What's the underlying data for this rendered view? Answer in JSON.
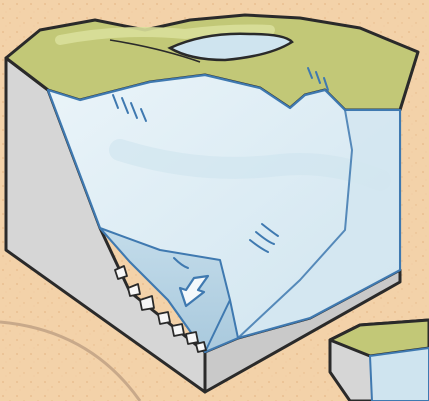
{
  "figure": {
    "subject": "glacier-block-diagram",
    "palette": {
      "paper": "#f3d2a9",
      "paper_speckle": "#e6b98a",
      "outline": "#2a2a2a",
      "rock_front": "#c9c9c9",
      "rock_side": "#d6d6d6",
      "grass_light": "#d9df9a",
      "grass": "#c2c877",
      "ice_light": "#eaf4f9",
      "ice": "#cfe4ef",
      "ice_deep": "#a9c9dd",
      "ice_line": "#3f79b0",
      "debris": "#f7f7f7",
      "arrow": "#f4f8fb"
    },
    "elements": [
      "terrain-block",
      "grass-plateau",
      "mountain-lake",
      "glacier-ice-surface",
      "glacier-front-face",
      "crevasse-marks",
      "rock-debris",
      "flow-arrow",
      "second-block-corner"
    ],
    "flow_direction": "down-left"
  }
}
